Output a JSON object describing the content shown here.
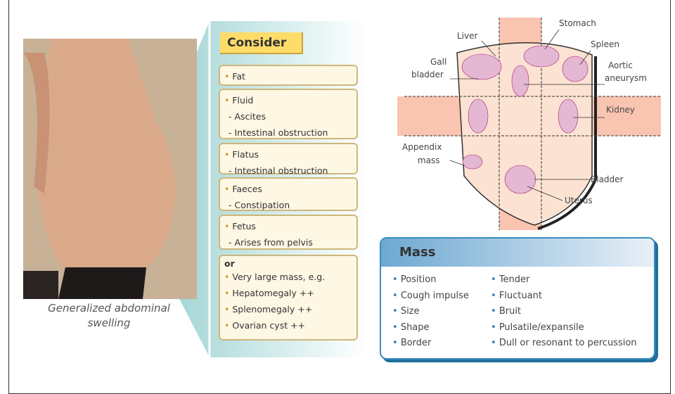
{
  "photo": {
    "caption": "Generalized abdominal swelling"
  },
  "consider": {
    "title": "Consider",
    "groups": [
      {
        "items": [
          "Fat"
        ],
        "subs": []
      },
      {
        "items": [
          "Fluid"
        ],
        "subs": [
          "- Ascites",
          "- Intestinal obstruction"
        ]
      },
      {
        "items": [
          "Flatus"
        ],
        "subs": [
          "- Intestinal obstruction"
        ]
      },
      {
        "items": [
          "Faeces"
        ],
        "subs": [
          "- Constipation"
        ]
      },
      {
        "items": [
          "Fetus"
        ],
        "subs": [
          "- Arises from pelvis"
        ]
      }
    ],
    "or_label": "or",
    "or_items": [
      "Very large mass, e.g.",
      "Hepatomegaly ++",
      "Splenomegaly ++",
      "Ovarian cyst ++"
    ]
  },
  "diagram": {
    "labels": {
      "liver": "Liver",
      "stomach": "Stomach",
      "spleen": "Spleen",
      "gall": "Gall",
      "bladder_gall": "bladder",
      "aortic": "Aortic",
      "aneurysm": "aneurysm",
      "kidney": "Kidney",
      "appendix": "Appendix",
      "mass": "mass",
      "bladder": "Bladder",
      "uterus": "Uterus"
    }
  },
  "mass": {
    "title": "Mass",
    "left": [
      "Position",
      "Cough impulse",
      "Size",
      "Shape",
      "Border"
    ],
    "right": [
      "Tender",
      "Fluctuant",
      "Bruit",
      "Pulsatile/expansile",
      "Dull or resonant to percussion"
    ]
  }
}
